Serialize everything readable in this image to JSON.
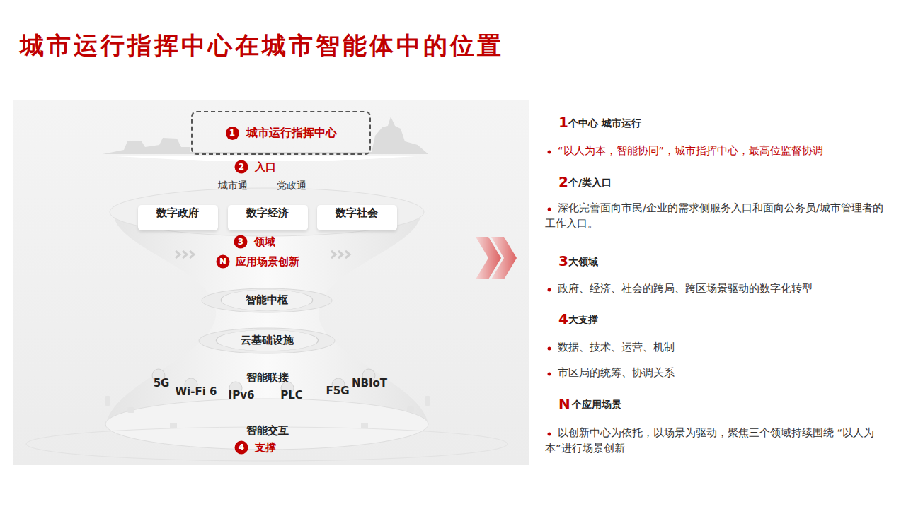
{
  "diagram": {
    "title": "城市运行指挥中心在城市智能体中的位置",
    "nodes": [
      {
        "text": [
          "1",
          "城市运行指挥中心"
        ]
      },
      {
        "text": [
          "数字政府"
        ]
      },
      {
        "text": [
          "数字经济"
        ]
      },
      {
        "text": [
          "数字社会"
        ]
      },
      {
        "text": [
          "智能中枢"
        ]
      },
      {
        "text": [
          "云基础设施"
        ]
      }
    ],
    "labels": [
      "2",
      "入口",
      "城市通",
      "党政通",
      "3",
      "领域",
      "N",
      "应用场景创新",
      "智能联接",
      "5G",
      "Wi-Fi 6",
      "IPv6",
      "PLC",
      "F5G",
      "NBIoT",
      "智能交互",
      "4",
      "支撑",
      "1",
      "个中心 城市运行",
      "“以人为本，智能协同”，城市指挥中心，最高位监督协调",
      "2",
      "个/类入口",
      "深化完善面向市民/企业的需求侧服务入口和面向公务员/城市管理者的工作入口。",
      "3",
      "大领域",
      "政府、经济、社会的跨局、跨区场景驱动的数字化转型",
      "4",
      "大支撑",
      "数据、技术、运营、机制",
      "市区局的统筹、协调关系",
      "N",
      "个应用场景",
      "以创新中心为依托，以场景为驱动，聚焦三个领域持续围绕 “以人为本”进行场景创新"
    ]
  }
}
